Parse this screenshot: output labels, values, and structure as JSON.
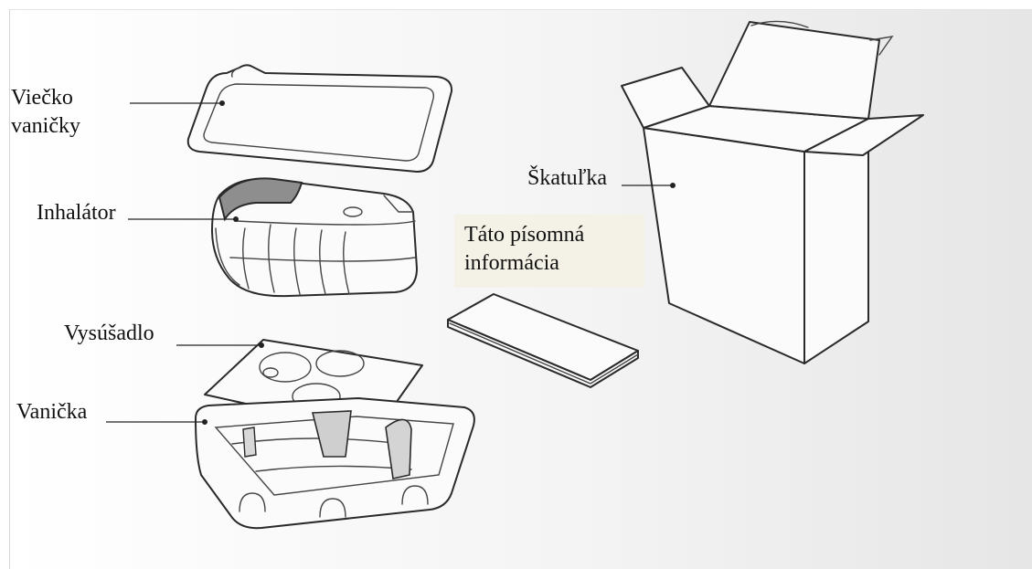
{
  "labels": {
    "lid_line1": "Viečko",
    "lid_line2": "vaničky",
    "inhaler": "Inhalátor",
    "desiccant": "Vysúšadlo",
    "tray": "Vanička",
    "carton": "Škatuľka",
    "leaflet_line1": "Táto písomná",
    "leaflet_line2": "informácia"
  },
  "colors": {
    "leaflet_label_bg": "#f4f1e6",
    "inhaler_accent": "#8a8a8a"
  }
}
